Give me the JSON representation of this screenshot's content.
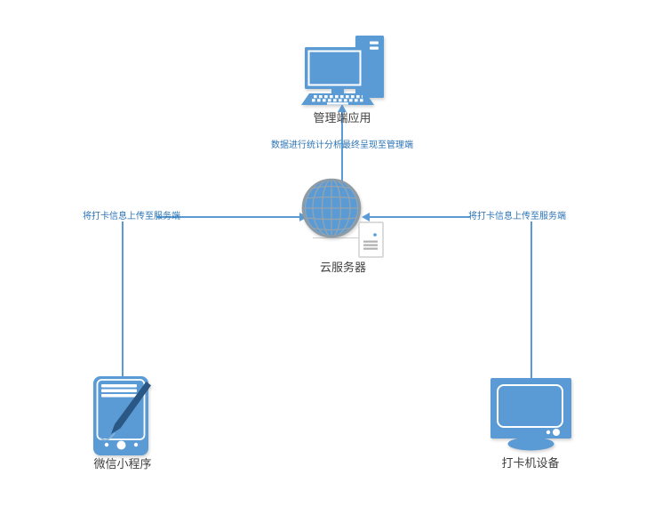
{
  "diagram": {
    "title": "attendance-system-architecture",
    "colors": {
      "icon_blue": "#5b9bd5",
      "pen_dark_blue": "#2a5784",
      "connector_blue": "#5b9bd5",
      "annotation_blue": "#2e75b6",
      "label_gray": "#3f3f3f",
      "globe_grid_gray": "#95a3ad",
      "document_border_gray": "#cfcfcf"
    },
    "nodes": [
      {
        "id": "management-app",
        "label": "管理端应用",
        "icon": "desktop-computer-icon"
      },
      {
        "id": "cloud-server",
        "label": "云服务器",
        "icon": "globe-server-icon"
      },
      {
        "id": "wechat-miniprogram",
        "label": "微信小程序",
        "icon": "tablet-pen-icon"
      },
      {
        "id": "punch-machine",
        "label": "打卡机设备",
        "icon": "monitor-icon"
      }
    ],
    "edges": [
      {
        "from": "cloud-server",
        "to": "management-app",
        "label": "数据进行统计分析最终呈现至管理端",
        "direction": "up"
      },
      {
        "from": "wechat-miniprogram",
        "to": "cloud-server",
        "label": "将打卡信息上传至服务端",
        "direction": "right"
      },
      {
        "from": "punch-machine",
        "to": "cloud-server",
        "label": "将打卡信息上传至服务端",
        "direction": "left"
      }
    ]
  }
}
